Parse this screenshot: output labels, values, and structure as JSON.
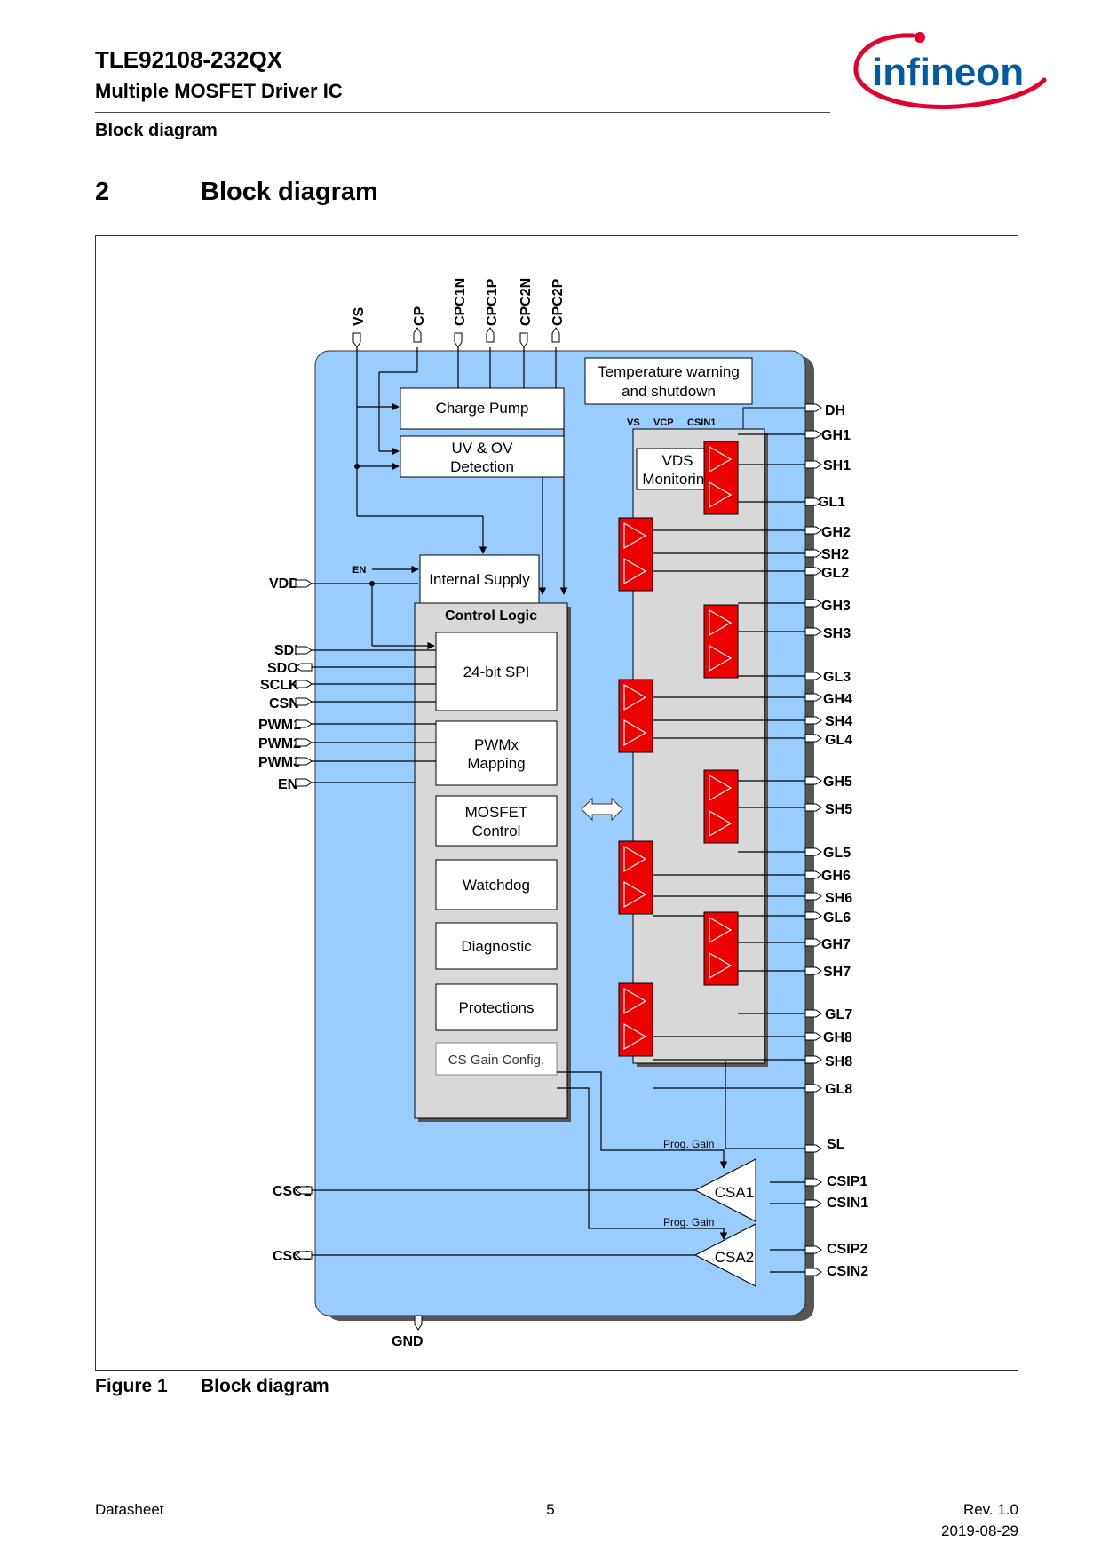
{
  "header": {
    "part_number": "TLE92108-232QX",
    "subtitle": "Multiple MOSFET Driver IC",
    "section_label": "Block diagram",
    "brand": "infineon",
    "brand_color": "#e4002b",
    "brand_text_color": "#005ba2"
  },
  "section": {
    "number": "2",
    "title": "Block diagram"
  },
  "diagram": {
    "fill_colors": {
      "chip": "#99ccff",
      "inner": "#d8d8d8",
      "driver": "#ee0000"
    },
    "top_pins": [
      "VS",
      "CP",
      "CPC1N",
      "CPC1P",
      "CPC2N",
      "CPC2P"
    ],
    "blocks": {
      "charge_pump": "Charge Pump",
      "uvov_1": "UV & OV",
      "uvov_2": "Detection",
      "temp_1": "Temperature warning",
      "temp_2": "and shutdown",
      "internal_supply": "Internal Supply",
      "control_logic": "Control Logic",
      "spi": "24-bit SPI",
      "pwm_1": "PWMx",
      "pwm_2": "Mapping",
      "mosfet_1": "MOSFET",
      "mosfet_2": "Control",
      "watchdog": "Watchdog",
      "diagnostic": "Diagnostic",
      "protections": "Protections",
      "cs_gain": "CS Gain Config.",
      "vds_1": "VDS",
      "vds_2": "Monitoring",
      "csa1": "CSA1",
      "csa2": "CSA2"
    },
    "small_labels": {
      "en_in": "EN",
      "temp_vs": "VS",
      "temp_vcp": "VCP",
      "temp_csin1": "CSIN1"
    },
    "prog_gain": "Prog. Gain",
    "left_pins": {
      "vdd": "VDD",
      "sdi": "SDI",
      "sdo": "SDO",
      "sclk": "SCLK",
      "csn": "CSN",
      "pwm1": "PWM1",
      "pwm2": "PWM2",
      "pwm3": "PWM3",
      "en": "EN",
      "cso1": "CSO1",
      "cso2": "CSO2"
    },
    "right_pins": {
      "dh": "DH",
      "gh1": "GH1",
      "sh1": "SH1",
      "gl1": "GL1",
      "gh2": "GH2",
      "sh2": "SH2",
      "gl2": "GL2",
      "gh3": "GH3",
      "sh3": "SH3",
      "gl3": "GL3",
      "gh4": "GH4",
      "sh4": "SH4",
      "gl4": "GL4",
      "gh5": "GH5",
      "sh5": "SH5",
      "gl5": "GL5",
      "gh6": "GH6",
      "sh6": "SH6",
      "gl6": "GL6",
      "gh7": "GH7",
      "sh7": "SH7",
      "gl7": "GL7",
      "gh8": "GH8",
      "sh8": "SH8",
      "gl8": "GL8",
      "sl": "SL",
      "csip1": "CSIP1",
      "csin1": "CSIN1",
      "csip2": "CSIP2",
      "csin2": "CSIN2"
    },
    "bottom_pin": "GND"
  },
  "caption": {
    "label": "Figure 1",
    "text": "Block diagram"
  },
  "footer": {
    "left": "Datasheet",
    "page": "5",
    "revision": "Rev. 1.0",
    "date": "2019-08-29"
  }
}
